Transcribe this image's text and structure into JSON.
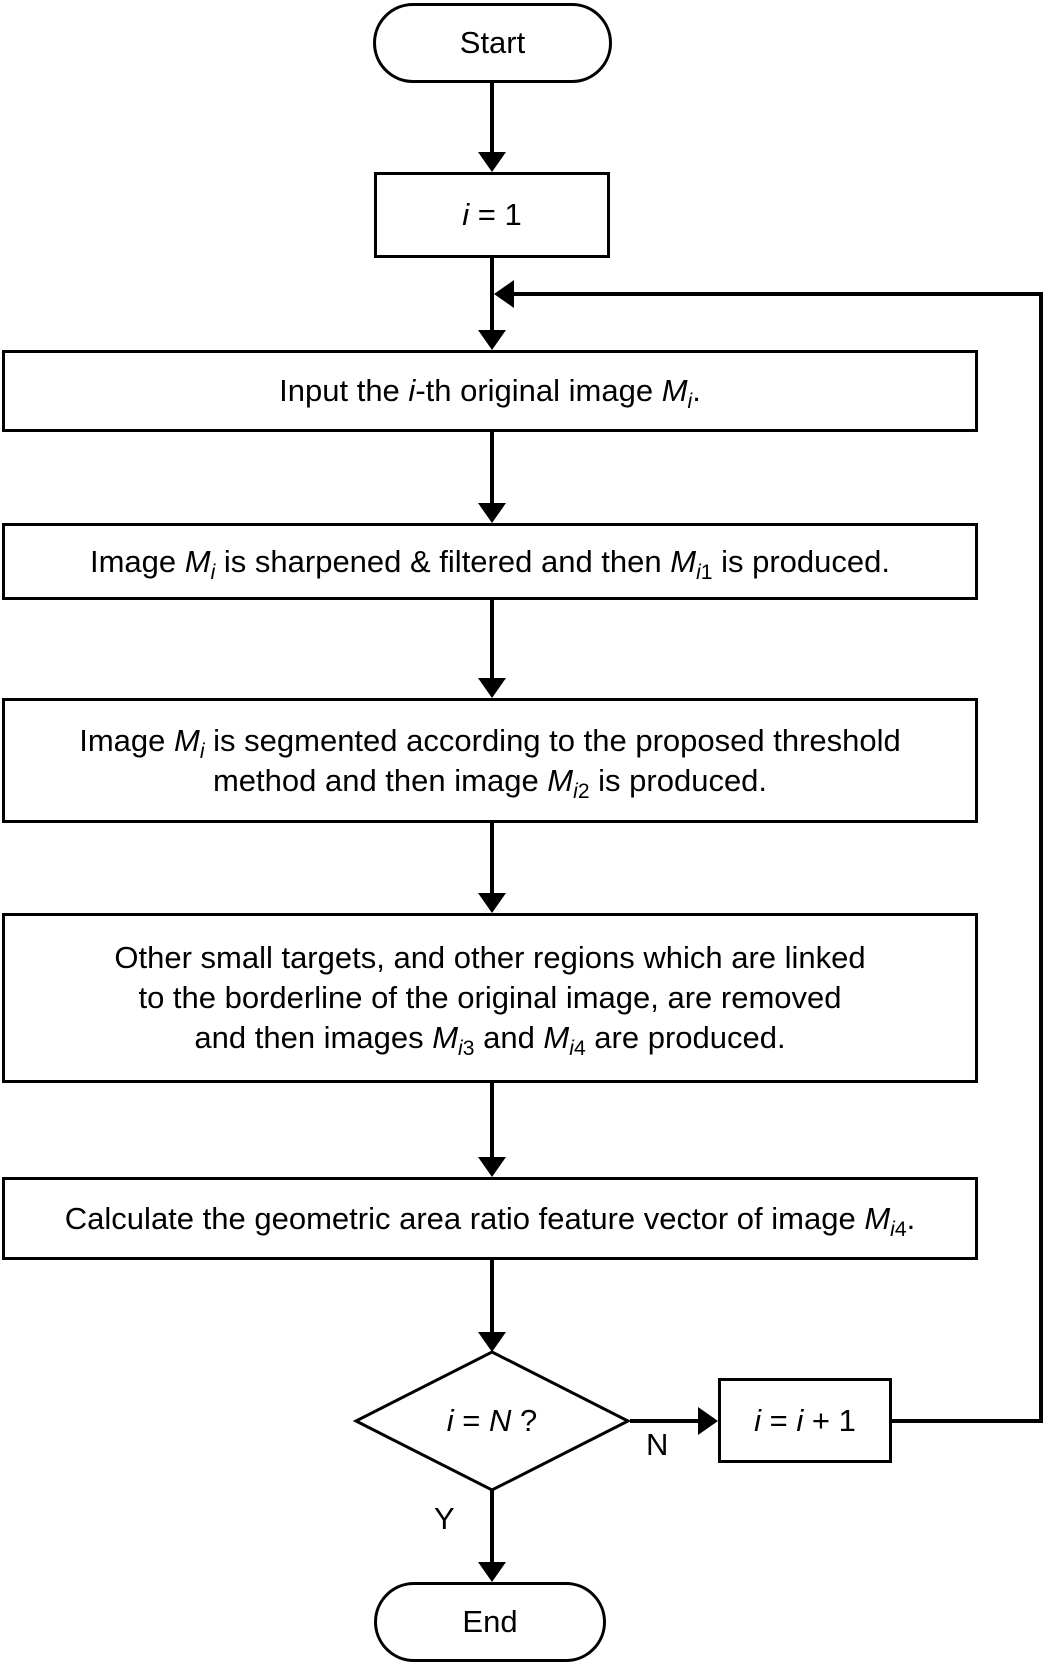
{
  "canvas": {
    "background": "#ffffff",
    "stroke_color": "#000000",
    "text_color": "#000000"
  },
  "nodes": {
    "start": {
      "type": "terminator",
      "lines": [
        [
          {
            "t": "Start"
          }
        ]
      ]
    },
    "init": {
      "type": "process",
      "lines": [
        [
          {
            "t": "i",
            "it": true
          },
          {
            "t": " = 1"
          }
        ]
      ]
    },
    "input_image": {
      "type": "process",
      "lines": [
        [
          {
            "t": "Input the "
          },
          {
            "t": "i",
            "it": true
          },
          {
            "t": "-th original image "
          },
          {
            "t": "M",
            "it": true
          },
          {
            "t": "i",
            "it": true,
            "sub": true
          },
          {
            "t": "."
          }
        ]
      ]
    },
    "sharpen_filter": {
      "type": "process",
      "lines": [
        [
          {
            "t": "Image "
          },
          {
            "t": "M",
            "it": true
          },
          {
            "t": "i",
            "it": true,
            "sub": true
          },
          {
            "t": " is sharpened & filtered and then "
          },
          {
            "t": "M",
            "it": true
          },
          {
            "t": "i",
            "it": true,
            "sub": true
          },
          {
            "t": "1",
            "sub": true
          },
          {
            "t": " is produced."
          }
        ]
      ]
    },
    "segment": {
      "type": "process",
      "lines": [
        [
          {
            "t": "Image "
          },
          {
            "t": "M",
            "it": true
          },
          {
            "t": "i",
            "it": true,
            "sub": true
          },
          {
            "t": " is segmented according to the proposed threshold"
          }
        ],
        [
          {
            "t": "method and then image "
          },
          {
            "t": "M",
            "it": true
          },
          {
            "t": "i",
            "it": true,
            "sub": true
          },
          {
            "t": "2",
            "sub": true
          },
          {
            "t": " is produced."
          }
        ]
      ]
    },
    "remove_targets": {
      "type": "process",
      "lines": [
        [
          {
            "t": "Other small targets, and other regions which are linked"
          }
        ],
        [
          {
            "t": "to the borderline of the original image, are removed"
          }
        ],
        [
          {
            "t": "and then images "
          },
          {
            "t": "M",
            "it": true
          },
          {
            "t": "i",
            "it": true,
            "sub": true
          },
          {
            "t": "3",
            "sub": true
          },
          {
            "t": " and "
          },
          {
            "t": "M",
            "it": true
          },
          {
            "t": "i",
            "it": true,
            "sub": true
          },
          {
            "t": "4",
            "sub": true
          },
          {
            "t": " are produced."
          }
        ]
      ]
    },
    "calc_feature": {
      "type": "process",
      "lines": [
        [
          {
            "t": "Calculate the geometric area ratio feature vector of image "
          },
          {
            "t": "M",
            "it": true
          },
          {
            "t": "i",
            "it": true,
            "sub": true
          },
          {
            "t": "4",
            "sub": true
          },
          {
            "t": "."
          }
        ]
      ]
    },
    "decision": {
      "type": "decision",
      "lines": [
        [
          {
            "t": "i",
            "it": true
          },
          {
            "t": " = "
          },
          {
            "t": "N",
            "it": true
          },
          {
            "t": " ?"
          }
        ]
      ]
    },
    "increment": {
      "type": "process",
      "lines": [
        [
          {
            "t": "i",
            "it": true
          },
          {
            "t": " = "
          },
          {
            "t": "i",
            "it": true
          },
          {
            "t": " + 1"
          }
        ]
      ]
    },
    "end": {
      "type": "terminator",
      "lines": [
        [
          {
            "t": "End"
          }
        ]
      ]
    }
  },
  "edge_labels": {
    "no": "N",
    "yes": "Y"
  }
}
